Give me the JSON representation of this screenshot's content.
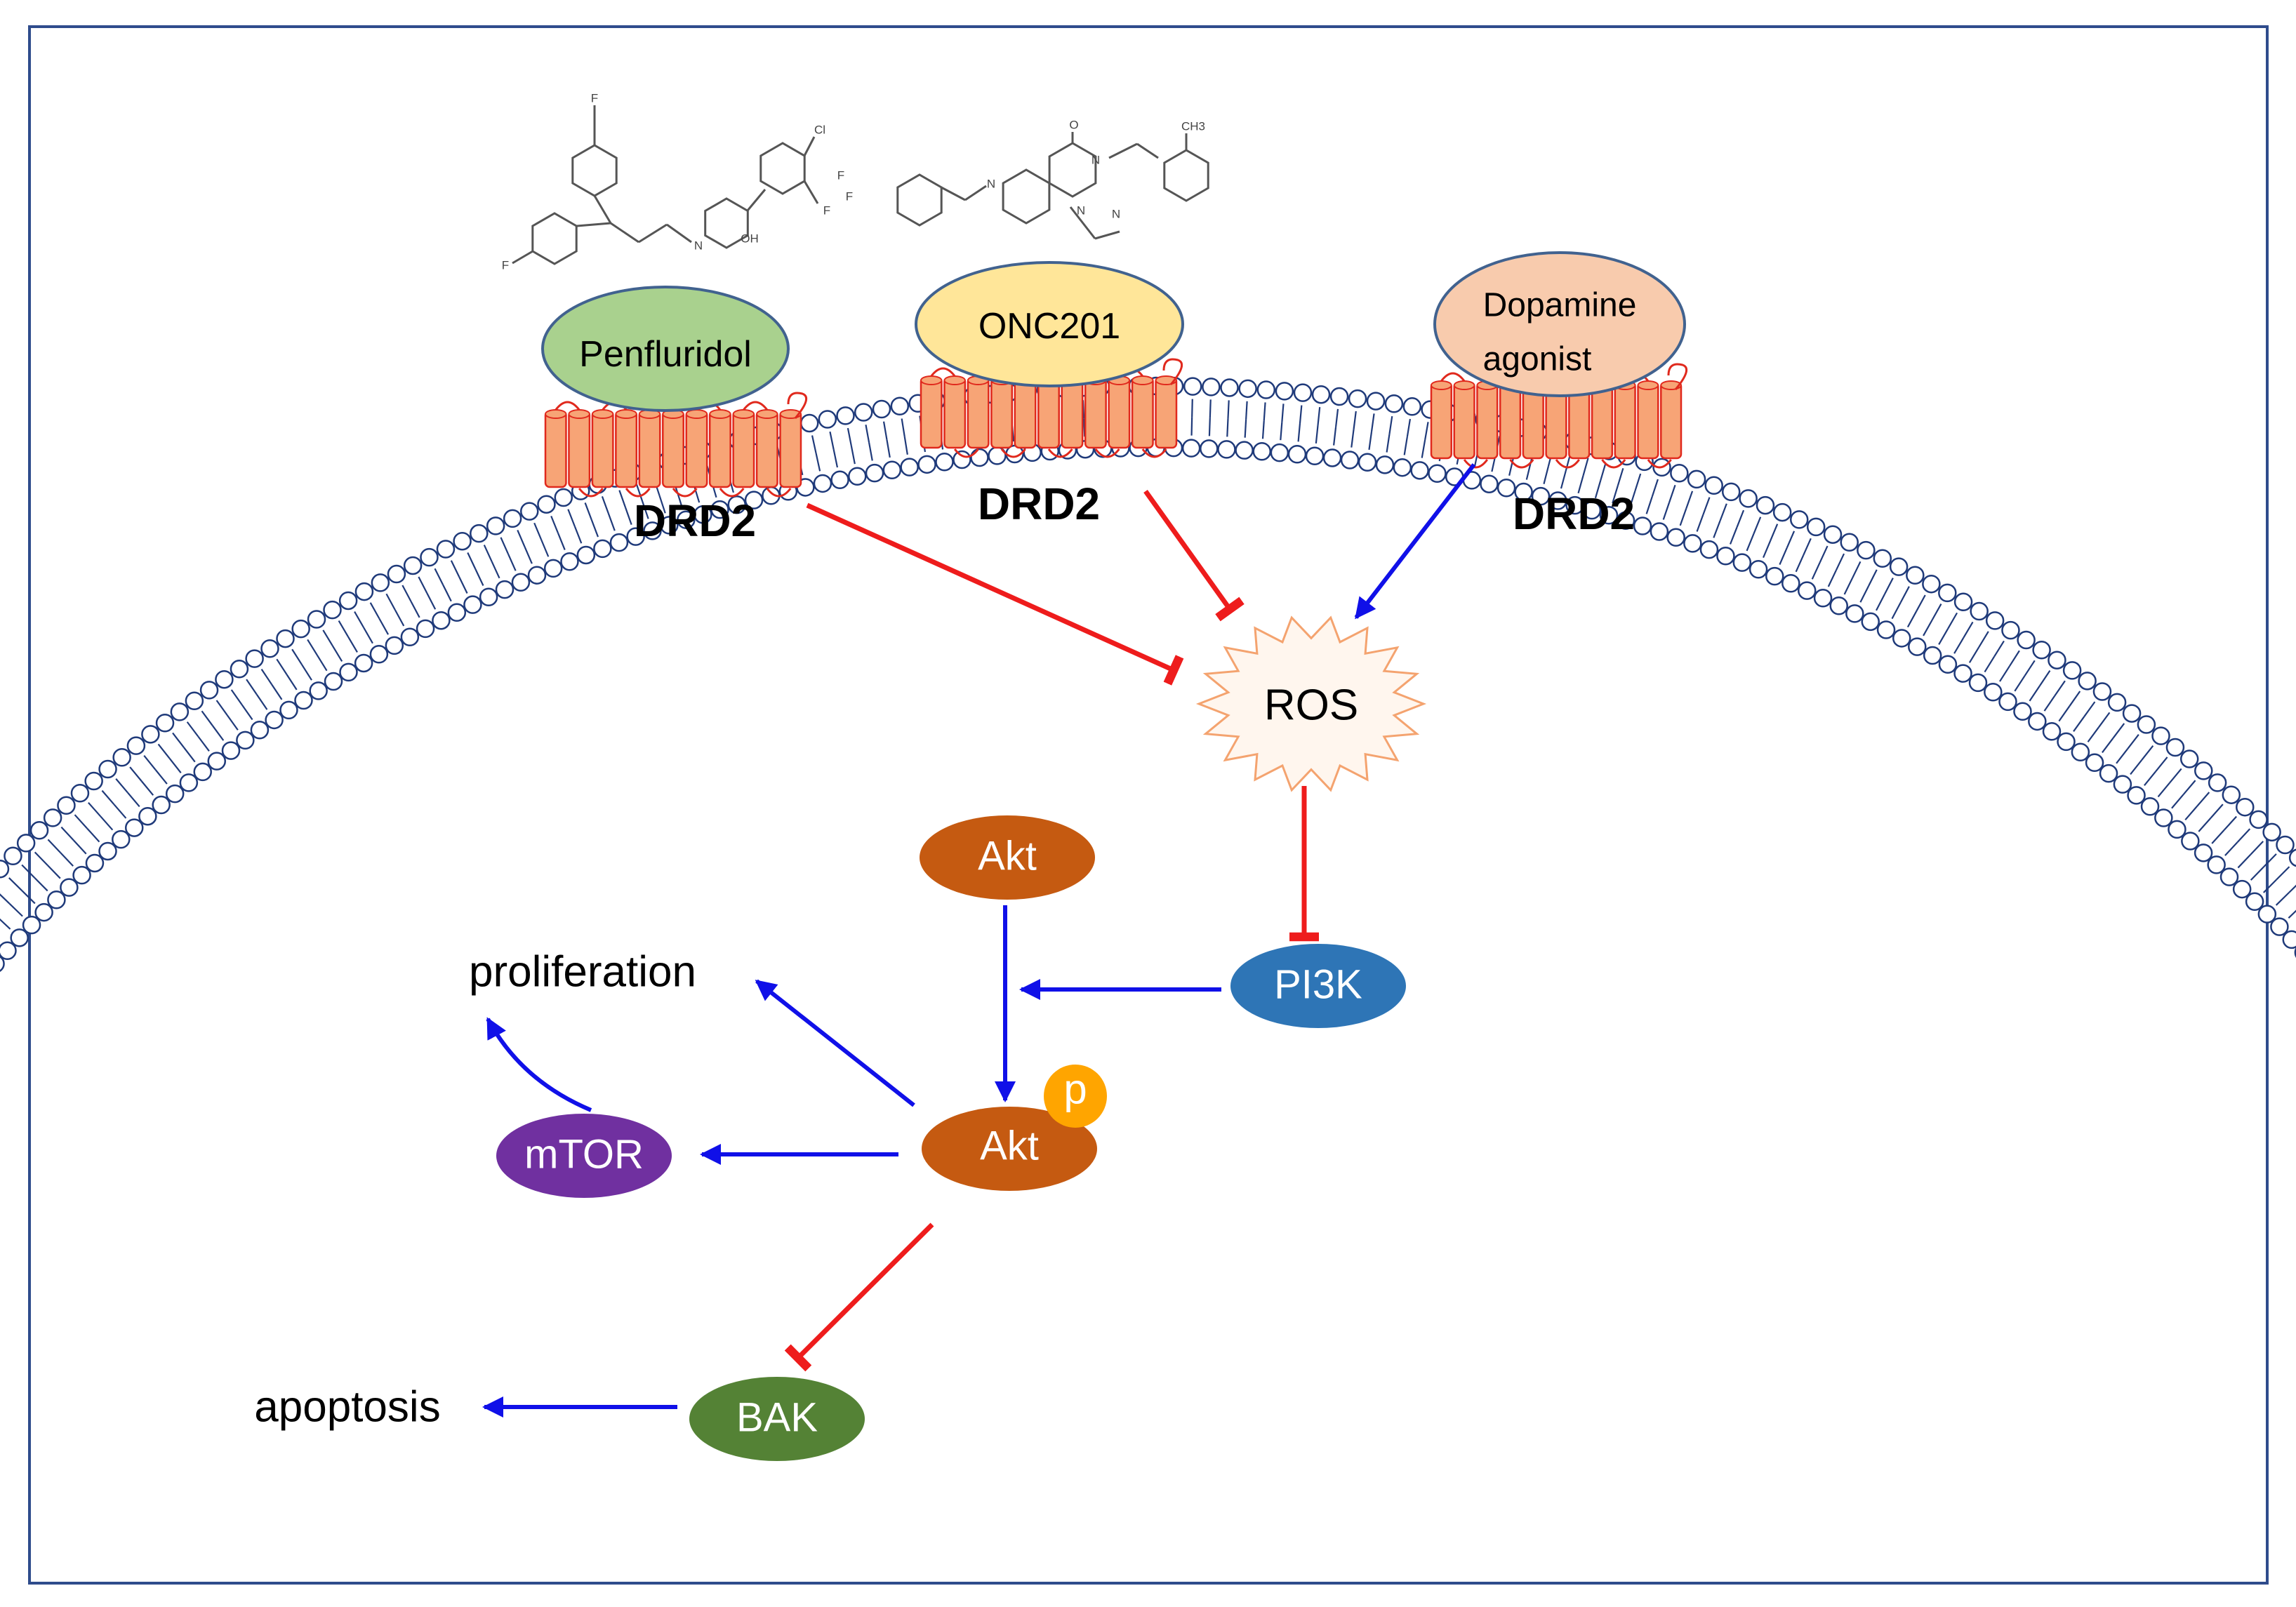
{
  "colors": {
    "frame": "#2f4c8c",
    "membrane": "#1f3a7a",
    "receptor_fill": "#f7a476",
    "receptor_stroke": "#e0291d",
    "inhibit": "#ee1c1c",
    "activate": "#1010e8",
    "penfluridol": "#a9d18e",
    "onc201": "#ffe699",
    "dopamine": "#f8cbad",
    "ligand_stroke": "#41628f",
    "akt": "#c55a11",
    "pi3k": "#2e75b6",
    "mtor": "#7030a0",
    "bak": "#548235",
    "phospho": "#ffa500",
    "ros_fill": "#fff6ee",
    "ros_stroke": "#f4a36f"
  },
  "ligands": {
    "penfluridol": "Penfluridol",
    "onc201": "ONC201",
    "dopamine_line1": "Dopamine",
    "dopamine_line2": "agonist"
  },
  "receptors": {
    "left": "DRD2",
    "middle": "DRD2",
    "right": "DRD2"
  },
  "nodes": {
    "ros": "ROS",
    "akt": "Akt",
    "p_akt": "Akt",
    "phospho": "p",
    "pi3k": "PI3K",
    "mtor": "mTOR",
    "bak": "BAK"
  },
  "outcomes": {
    "proliferation": "proliferation",
    "apoptosis": "apoptosis"
  },
  "molecules": {
    "penfluridol_atoms": [
      "F",
      "F",
      "N",
      "OH",
      "Cl",
      "F",
      "F",
      "F"
    ],
    "onc201_atoms": [
      "O",
      "CH3",
      "N",
      "N",
      "N",
      "N"
    ]
  }
}
